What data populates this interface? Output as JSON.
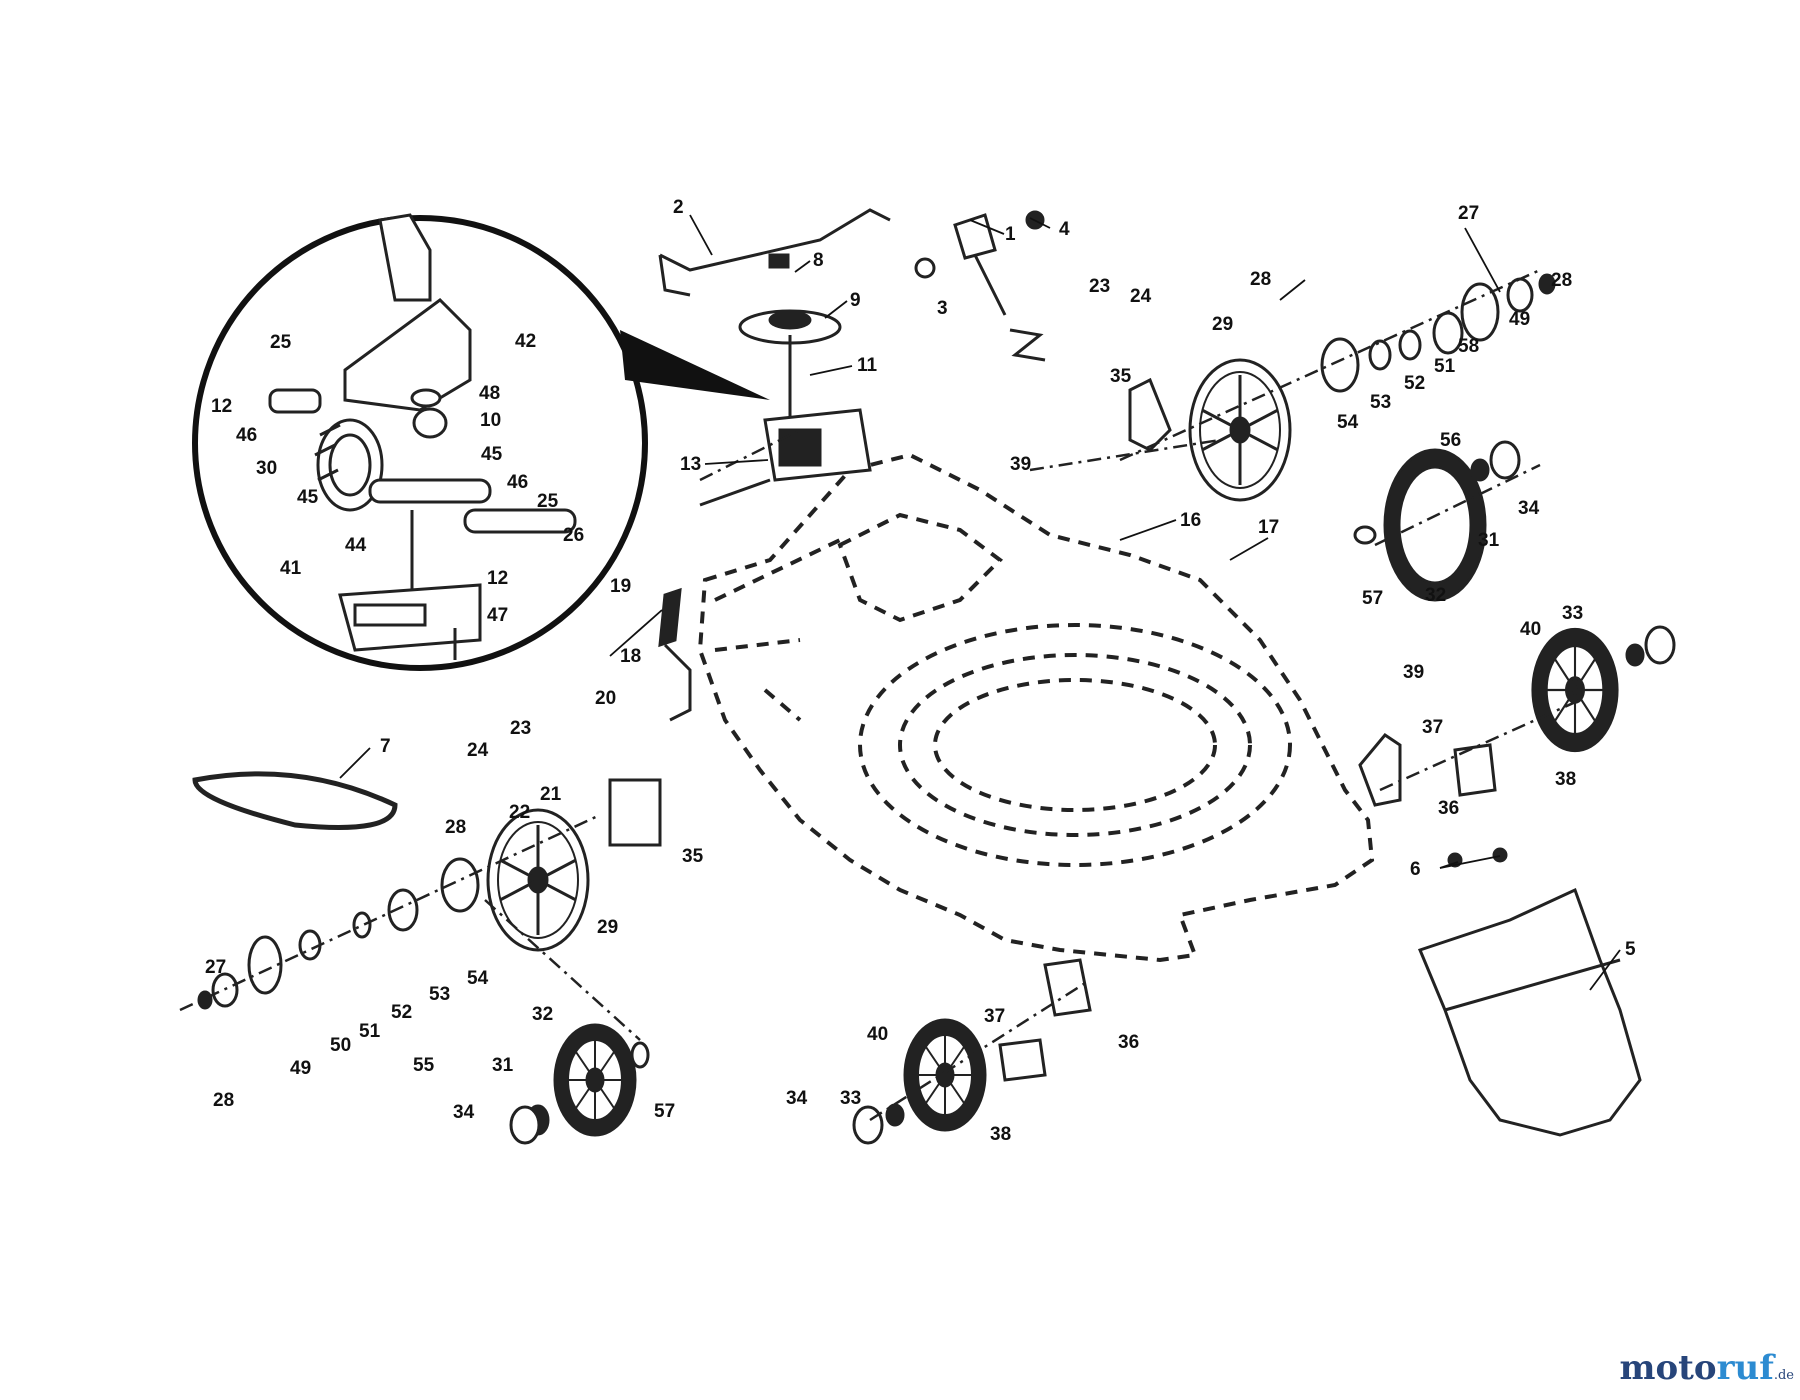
{
  "labels": [
    "1",
    "2",
    "3",
    "4",
    "5",
    "6",
    "7",
    "8",
    "9",
    "10",
    "11",
    "12",
    "12",
    "13",
    "16",
    "17",
    "18",
    "19",
    "20",
    "21",
    "22",
    "23",
    "23",
    "24",
    "24",
    "25",
    "25",
    "26",
    "27",
    "27",
    "28",
    "28",
    "28",
    "28",
    "29",
    "29",
    "30",
    "31",
    "31",
    "32",
    "32",
    "33",
    "33",
    "34",
    "34",
    "34",
    "35",
    "35",
    "36",
    "36",
    "37",
    "37",
    "38",
    "38",
    "39",
    "39",
    "40",
    "40",
    "41",
    "42",
    "44",
    "45",
    "45",
    "46",
    "46",
    "47",
    "48",
    "49",
    "49",
    "50",
    "51",
    "51",
    "52",
    "52",
    "53",
    "53",
    "54",
    "54",
    "55",
    "56",
    "57",
    "57",
    "58"
  ],
  "watermark": {
    "part1": "moto",
    "part2": "ruf",
    "suffix": ".de",
    "colors": {
      "dark": "#27457a",
      "light": "#2c8bd1"
    }
  }
}
